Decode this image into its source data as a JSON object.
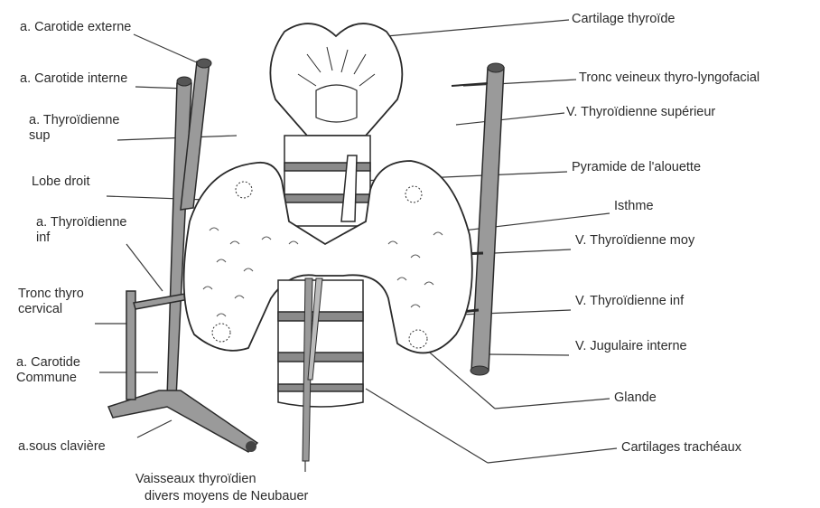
{
  "labels": {
    "carotide_externe": "a. Carotide externe",
    "carotide_interne": "a. Carotide interne",
    "thyroidienne_sup": "a. Thyroïdienne\nsup",
    "lobe_droit": "Lobe droit",
    "thyroidienne_inf": "a. Thyroïdienne\ninf",
    "tronc_thyro_cervical": "Tronc thyro\ncervical",
    "carotide_commune": "a. Carotide\nCommune",
    "sous_claviere": "a.sous clavière",
    "vaisseaux": "Vaisseaux thyroïdien",
    "neubauer": "divers moyens de Neubauer",
    "cartilage_thyroide": "Cartilage thyroïde",
    "tronc_veineux": "Tronc veineux thyro-lyngofacial",
    "v_thyroidienne_sup": "V. Thyroïdienne supérieur",
    "pyramide": "Pyramide de l'alouette",
    "isthme": "Isthme",
    "v_thyroidienne_moy": "V. Thyroïdienne moy",
    "v_thyroidienne_inf": "V. Thyroïdienne inf",
    "v_jugulaire": "V. Jugulaire interne",
    "glande": "Glande",
    "cartilages_tracheaux": "Cartilages trachéaux"
  },
  "colors": {
    "ink": "#2a2a2a",
    "vessel": "#8f8f8f",
    "paper": "#ffffff"
  }
}
